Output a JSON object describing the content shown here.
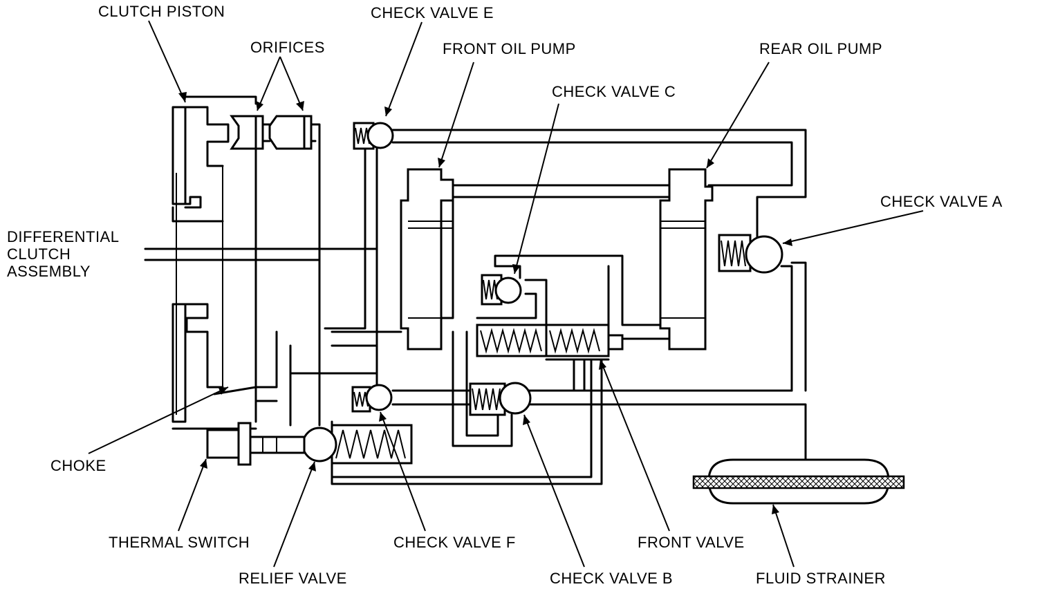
{
  "labels": {
    "clutch_piston": "CLUTCH PISTON",
    "orifices": "ORIFICES",
    "check_valve_e": "CHECK VALVE E",
    "front_oil_pump": "FRONT OIL PUMP",
    "rear_oil_pump": "REAR OIL PUMP",
    "check_valve_c": "CHECK VALVE C",
    "check_valve_a": "CHECK VALVE A",
    "differential_clutch_assembly": "DIFFERENTIAL\nCLUTCH\nASSEMBLY",
    "choke": "CHOKE",
    "thermal_switch": "THERMAL SWITCH",
    "relief_valve": "RELIEF VALVE",
    "check_valve_f": "CHECK VALVE F",
    "check_valve_b": "CHECK VALVE B",
    "front_valve": "FRONT VALVE",
    "fluid_strainer": "FLUID STRAINER"
  }
}
